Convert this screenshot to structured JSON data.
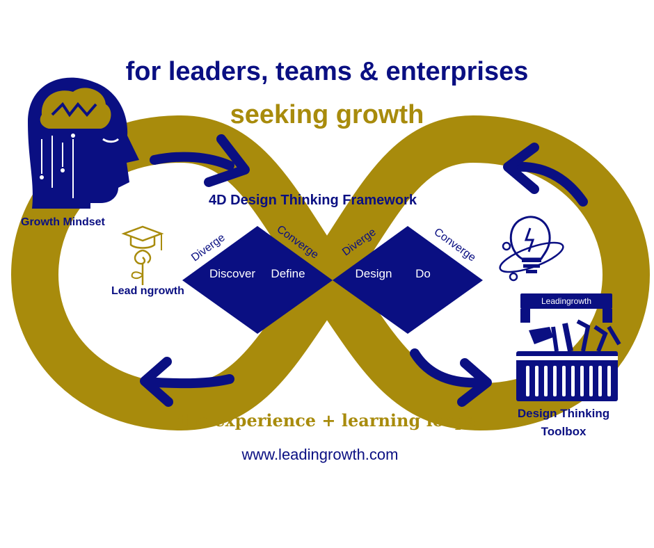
{
  "header": {
    "title": "for leaders, teams & enterprises",
    "subtitle": "seeking growth"
  },
  "framework": {
    "title": "4D Design Thinking Framework",
    "diamond_left": {
      "top_left": "Diverge",
      "top_right": "Converge",
      "phase1": "Discover",
      "phase2": "Define"
    },
    "diamond_right": {
      "top_left": "Diverge",
      "top_right": "Converge",
      "phase1": "Design",
      "phase2": "Do"
    }
  },
  "labels": {
    "growth_mindset": "Growth Mindset",
    "leadingrowth_logo": "Lead ngrowth",
    "toolbox_lid": "Leadingrowth",
    "toolbox_title": "Design Thinking Toolbox"
  },
  "footer": {
    "loops": "the experience + learning loops",
    "url": "www.leadingrowth.com"
  },
  "colors": {
    "navy": "#0a0f82",
    "gold": "#a88b0c",
    "white": "#ffffff"
  }
}
